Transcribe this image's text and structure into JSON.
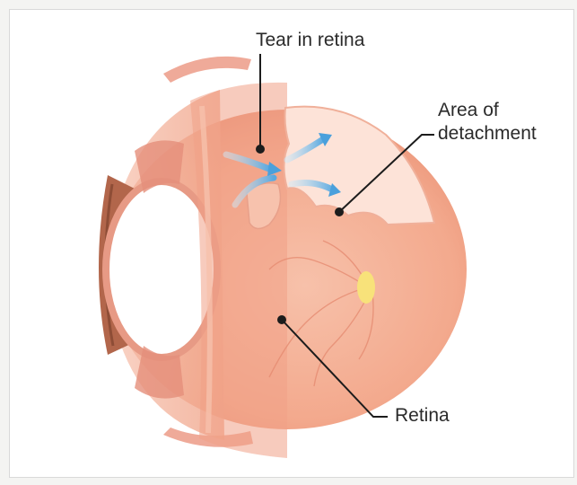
{
  "labels": {
    "tear": "Tear in retina",
    "area_line1": "Area of",
    "area_line2": "detachment",
    "retina": "Retina"
  },
  "colors": {
    "retina": "#f6b39a",
    "retina_light": "#f9cfbe",
    "detached": "#fbe0d4",
    "iris": "#b2664b",
    "lens_rim": "#e79a85",
    "arrow": "#6fb6e6",
    "optic_disc": "#f8e27a",
    "leader": "#1c1c1c"
  },
  "icons": [
    "arrow-icon"
  ]
}
